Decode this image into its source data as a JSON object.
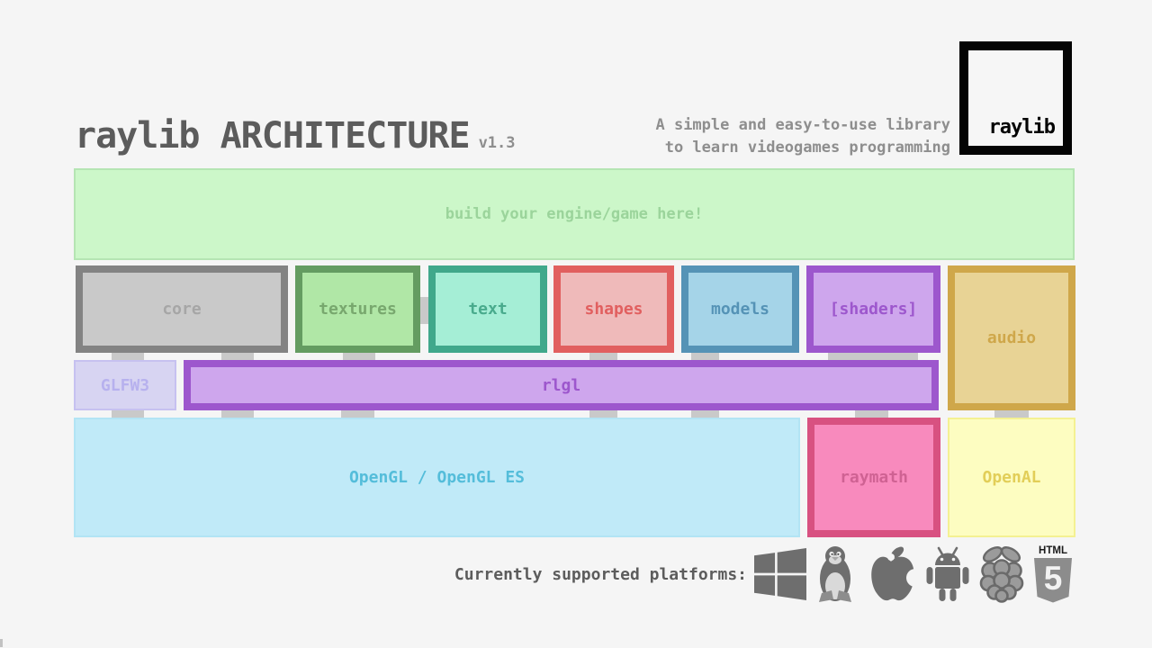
{
  "header": {
    "title": "raylib ARCHITECTURE",
    "version": "v1.3",
    "tagline_line1": "A simple and easy-to-use library",
    "tagline_line2": "to learn videogames programming",
    "logo_text": "raylib"
  },
  "boxes": {
    "engine": {
      "label": "build your engine/game here!",
      "fill": "#ccf7c9",
      "border": "#b5e5b3",
      "text_color": "#9bd49b"
    },
    "core": {
      "label": "core",
      "fill": "#c9c9c9",
      "border": "#838383",
      "text_color": "#a6a6a6"
    },
    "textures": {
      "label": "textures",
      "fill": "#b0e7a6",
      "border": "#649c61",
      "text_color": "#78a86e"
    },
    "text": {
      "label": "text",
      "fill": "#a5eed6",
      "border": "#40a88b",
      "text_color": "#49ab8d"
    },
    "shapes": {
      "label": "shapes",
      "fill": "#efbaba",
      "border": "#e15f5f",
      "text_color": "#e15f5f"
    },
    "models": {
      "label": "models",
      "fill": "#a5d4e8",
      "border": "#5593b6",
      "text_color": "#5593b6"
    },
    "shaders": {
      "label": "[shaders]",
      "fill": "#cea6ed",
      "border": "#9d57cd",
      "text_color": "#9d57cd"
    },
    "audio": {
      "label": "audio",
      "fill": "#e8d395",
      "border": "#cfa74a",
      "text_color": "#cfa74a"
    },
    "glfw3": {
      "label": "GLFW3",
      "fill": "#d7d4f2",
      "border": "#c6c1f0",
      "text_color": "#b7b1ee"
    },
    "rlgl": {
      "label": "rlgl",
      "fill": "#cea6ed",
      "border": "#9d57cd",
      "text_color": "#9d57cd"
    },
    "opengl": {
      "label": "OpenGL / OpenGL ES",
      "fill": "#c0eaf8",
      "border": "#b2e4f4",
      "text_color": "#54bdda"
    },
    "raymath": {
      "label": "raymath",
      "fill": "#f88abd",
      "border": "#d85181",
      "text_color": "#cf6293"
    },
    "openal": {
      "label": "OpenAL",
      "fill": "#fdfdc1",
      "border": "#f4f192",
      "text_color": "#e2ce58"
    }
  },
  "platforms": {
    "label": "Currently supported platforms:",
    "icons": [
      "windows-icon",
      "linux-tux-icon",
      "apple-icon",
      "android-icon",
      "raspberry-pi-icon",
      "html5-icon"
    ],
    "html5_word": "HTML",
    "html5_number": "5"
  },
  "colors": {
    "background": "#f5f5f5",
    "title_text": "#5c5c5c",
    "secondary_text": "#8e8e8e",
    "logo_black": "#040404",
    "connector_gray": "#c9c9c9",
    "platform_icon_gray": "#6e6e6e"
  }
}
